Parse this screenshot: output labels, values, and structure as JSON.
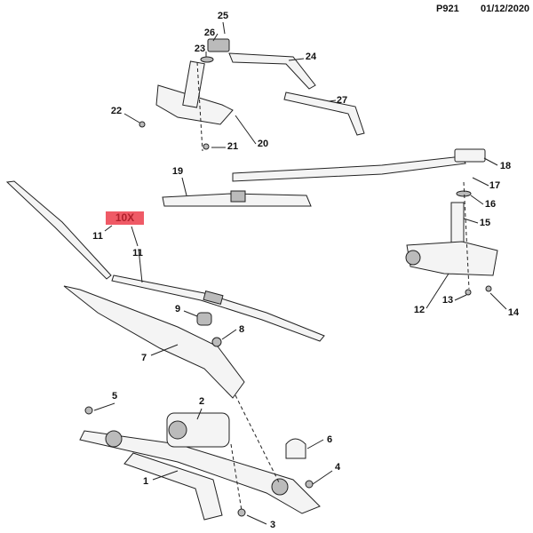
{
  "header": {
    "code": "P921",
    "date": "01/12/2020"
  },
  "badge": {
    "label": "10X",
    "color": "#ef5a66"
  },
  "callouts": [
    "25",
    "26",
    "23",
    "24",
    "27",
    "22",
    "21",
    "20",
    "19",
    "18",
    "17",
    "16",
    "15",
    "11",
    "11",
    "9",
    "8",
    "7",
    "2",
    "5",
    "6",
    "4",
    "1",
    "3",
    "12",
    "13",
    "14"
  ]
}
